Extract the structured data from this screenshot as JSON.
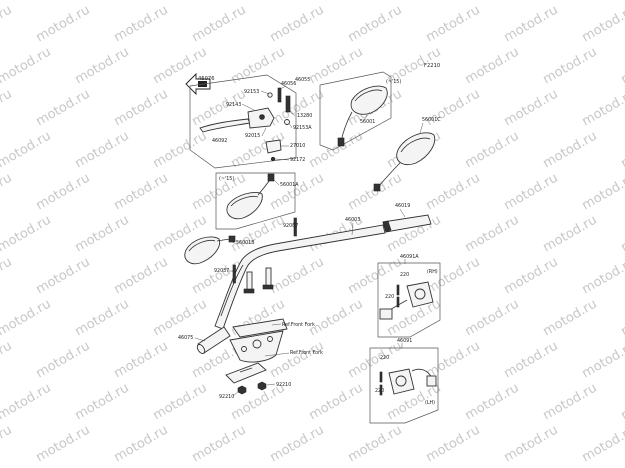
{
  "diagram_code": "F2210",
  "watermark": "motod.ru",
  "callouts": {
    "p46076": "46076",
    "p46056": "46056",
    "p46055": "46055",
    "p92153": "92153",
    "p92143": "92143",
    "p13280": "13280",
    "p92153A": "92153A",
    "p92015": "92015",
    "p46092": "46092",
    "p27010": "27010",
    "p92172": "92172",
    "p56001": "56001",
    "p56001C": "56001C",
    "p46019": "46019",
    "p56001A": "56001A",
    "p92037a": "92037",
    "p46003": "46003",
    "p56001B": "56001B",
    "p92037b": "92037",
    "p46091A": "46091A",
    "p220a": "220",
    "p220b": "220",
    "p46075": "46075",
    "p46091": "46091",
    "p220c": "220",
    "p220d": "220",
    "p92210a": "92210",
    "p92210b": "92210"
  },
  "notes": {
    "rev15a": "(~'15)",
    "rev15b": "(~'15)",
    "ref_fork1": "Ref.Front Fork",
    "ref_fork2": "Ref.Front Fork",
    "rh": "(RH)",
    "lh": "(LH)"
  }
}
